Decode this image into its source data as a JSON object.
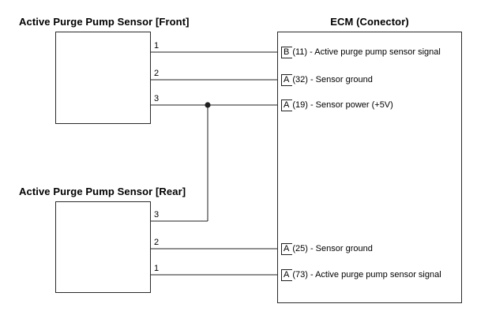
{
  "diagram": {
    "front_sensor": {
      "title": "Active Purge Pump Sensor [Front]",
      "pins": [
        "1",
        "2",
        "3"
      ]
    },
    "rear_sensor": {
      "title": "Active Purge Pump Sensor [Rear]",
      "pins": [
        "3",
        "2",
        "1"
      ]
    },
    "ecm": {
      "title": "ECM (Conector)",
      "pins": [
        {
          "letter": "B",
          "rest": "(11) - Active purge pump sensor signal"
        },
        {
          "letter": "A",
          "rest": "(32) - Sensor ground"
        },
        {
          "letter": "A",
          "rest": "(19) - Sensor power (+5V)"
        },
        {
          "letter": "A",
          "rest": "(25) - Sensor ground"
        },
        {
          "letter": "A",
          "rest": "(73) - Active purge pump sensor signal"
        }
      ]
    },
    "colors": {
      "line": "#1f1f1f",
      "background": "#ffffff",
      "text": "#000000"
    }
  }
}
